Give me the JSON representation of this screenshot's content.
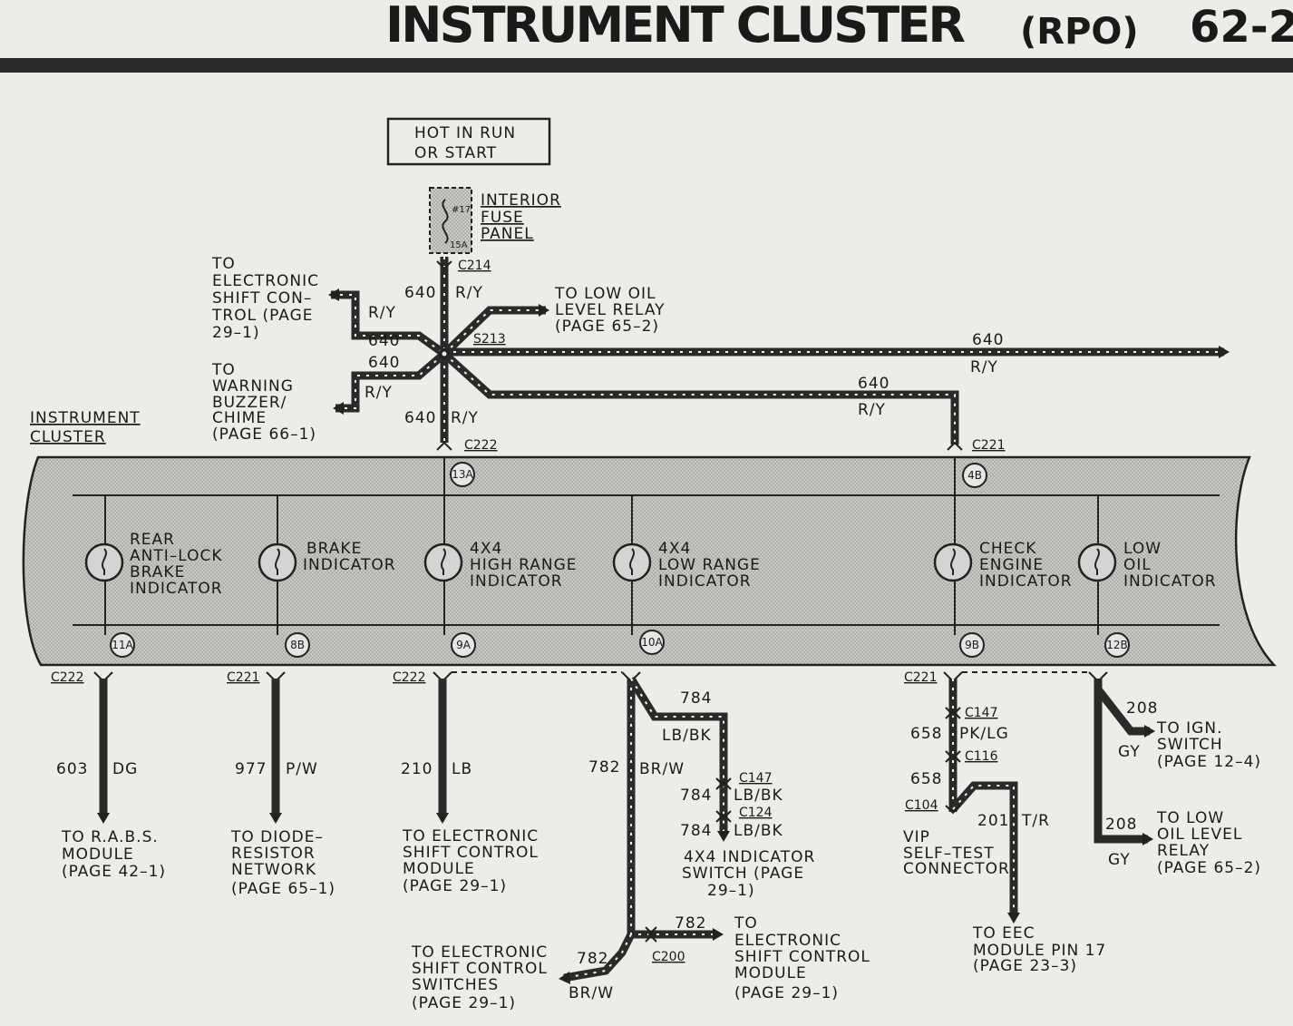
{
  "header": {
    "title": "INSTRUMENT  CLUSTER",
    "rpo": "(RPO)",
    "page": "62-2"
  },
  "power": {
    "line1": "HOT  IN  RUN",
    "line2": "OR  START"
  },
  "fuse_panel": {
    "label1": "INTERIOR",
    "label2": "FUSE",
    "label3": "PANEL",
    "fuse_no": "#17",
    "fuse_amp": "15A"
  },
  "connectors": {
    "c214": "C214",
    "s213": "S213",
    "c222_top": "C222",
    "c221_top": "C221",
    "c222_bl": "C222",
    "c221_b": "C221",
    "c222_bm": "C222",
    "c221_br": "C221",
    "c147a": "C147",
    "c116": "C116",
    "c104": "C104",
    "c147b": "C147",
    "c124": "C124",
    "c200": "C200"
  },
  "top_wires": {
    "w640_top": "640",
    "ry_top": "R/Y",
    "w640_left1": "640",
    "ry_left1": "R/Y",
    "w640_left2": "640",
    "ry_left2": "R/Y",
    "w640_down": "640",
    "ry_down": "R/Y",
    "w640_right": "640",
    "ry_right": "R/Y",
    "w640_c221": "640",
    "ry_c221": "R/Y"
  },
  "top_dest": {
    "esc": [
      "TO",
      "ELECTRONIC",
      "SHIFT  CON–",
      "TROL  (PAGE",
      "29–1)"
    ],
    "buzzer": [
      "TO",
      "WARNING",
      "BUZZER/",
      "CHIME",
      "(PAGE  66–1)"
    ],
    "low_oil": [
      "TO  LOW  OIL",
      "LEVEL  RELAY",
      "(PAGE  65–2)"
    ]
  },
  "cluster": {
    "label1": "INSTRUMENT",
    "label2": "CLUSTER",
    "pin_13a": "13A",
    "pin_4b": "4B",
    "indicators": [
      {
        "lines": [
          "REAR",
          "ANTI–LOCK",
          "BRAKE",
          "INDICATOR"
        ],
        "pin": "11A"
      },
      {
        "lines": [
          "BRAKE",
          "INDICATOR"
        ],
        "pin": "8B"
      },
      {
        "lines": [
          "4X4",
          "HIGH  RANGE",
          "INDICATOR"
        ],
        "pin": "9A"
      },
      {
        "lines": [
          "4X4",
          "LOW  RANGE",
          "INDICATOR"
        ],
        "pin": "10A"
      },
      {
        "lines": [
          "CHECK",
          "ENGINE",
          "INDICATOR"
        ],
        "pin": "9B"
      },
      {
        "lines": [
          "LOW",
          "OIL",
          "INDICATOR"
        ],
        "pin": "12B"
      }
    ]
  },
  "bottom_wires": {
    "w603": "603",
    "dg": "DG",
    "w977": "977",
    "pw": "P/W",
    "w210": "210",
    "lb": "LB",
    "w782": "782",
    "brw": "BR/W",
    "w784a": "784",
    "lbbk_a": "LB/BK",
    "w784b": "784",
    "lbbk_b": "LB/BK",
    "w784c": "784",
    "lbbk_c": "LB/BK",
    "w658a": "658",
    "pklg": "PK/LG",
    "w658b": "658",
    "w201": "201",
    "tr": "T/R",
    "w208a": "208",
    "gy_a": "GY",
    "w208b": "208",
    "gy_b": "GY",
    "w782r": "782",
    "w782l": "782",
    "brw_l": "BR/W"
  },
  "bottom_dest": {
    "rabs": [
      "TO  R.A.B.S.",
      "MODULE",
      "(PAGE  42–1)"
    ],
    "diode": [
      "TO  DIODE–",
      "RESISTOR",
      "NETWORK",
      "(PAGE  65–1)"
    ],
    "escm": [
      "TO  ELECTRONIC",
      "SHIFT  CONTROL",
      "MODULE",
      "(PAGE  29–1)"
    ],
    "indsw": [
      "4X4  INDICATOR",
      "SWITCH  (PAGE",
      "29–1)"
    ],
    "vip": [
      "VIP",
      "SELF–TEST",
      "CONNECTOR"
    ],
    "eec": [
      "TO  EEC",
      "MODULE  PIN  17",
      "(PAGE  23–3)"
    ],
    "ign": [
      "TO  IGN.",
      "SWITCH",
      "(PAGE  12–4)"
    ],
    "lowoil": [
      "TO  LOW",
      "OIL  LEVEL",
      "RELAY",
      "(PAGE  65–2)"
    ],
    "escm2": [
      "TO",
      "ELECTRONIC",
      "SHIFT  CONTROL",
      "MODULE",
      "(PAGE  29–1)"
    ],
    "escsw": [
      "TO  ELECTRONIC",
      "SHIFT  CONTROL",
      "SWITCHES",
      "(PAGE  29–1)"
    ]
  }
}
